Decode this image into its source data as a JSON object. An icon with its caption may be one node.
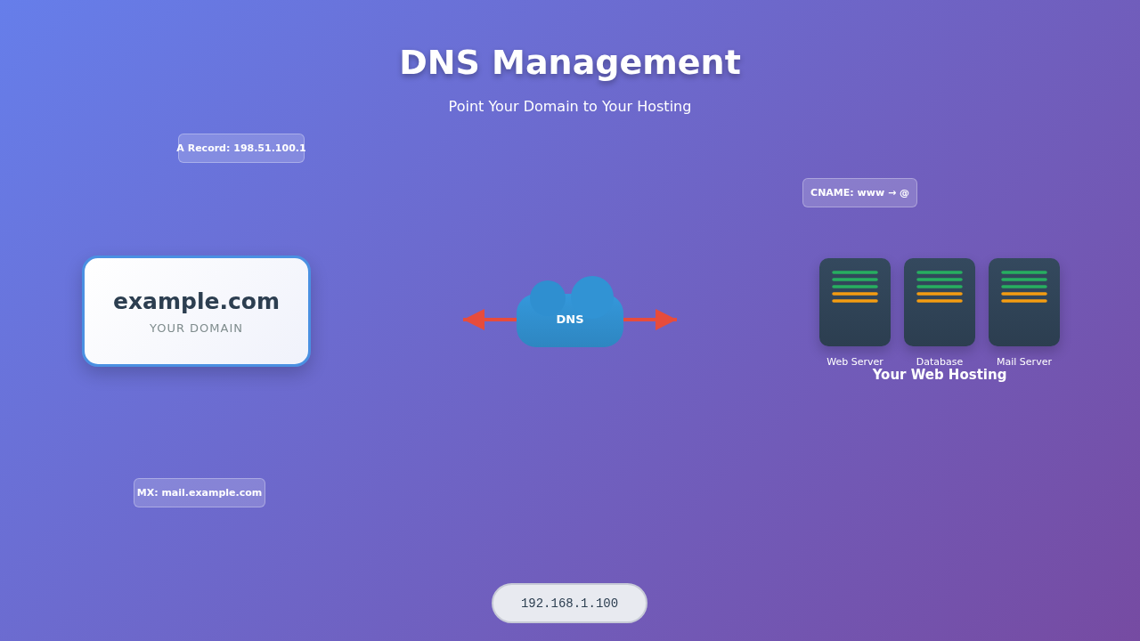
{
  "diagram": {
    "title": "DNS Management",
    "nodes": [
      {
        "text": [
          "example.com",
          "YOUR DOMAIN"
        ]
      },
      {
        "text": [
          "DNS"
        ]
      },
      {
        "text": [
          "Web Server"
        ]
      },
      {
        "text": [
          "Database"
        ]
      },
      {
        "text": [
          "Mail Server"
        ]
      },
      {
        "text": [
          "A Record: 198.51.100.1"
        ]
      },
      {
        "text": [
          "CNAME: www → @"
        ]
      },
      {
        "text": [
          "MX: mail.example.com"
        ]
      },
      {
        "text": [
          "192.168.1.100"
        ]
      }
    ],
    "edges": [
      {
        "from": 1,
        "to": null,
        "arrow": "to"
      },
      {
        "from": 1,
        "to": null,
        "arrow": "to"
      }
    ],
    "labels": [
      "Point Your Domain to Your Hosting",
      "Your Web Hosting"
    ]
  }
}
